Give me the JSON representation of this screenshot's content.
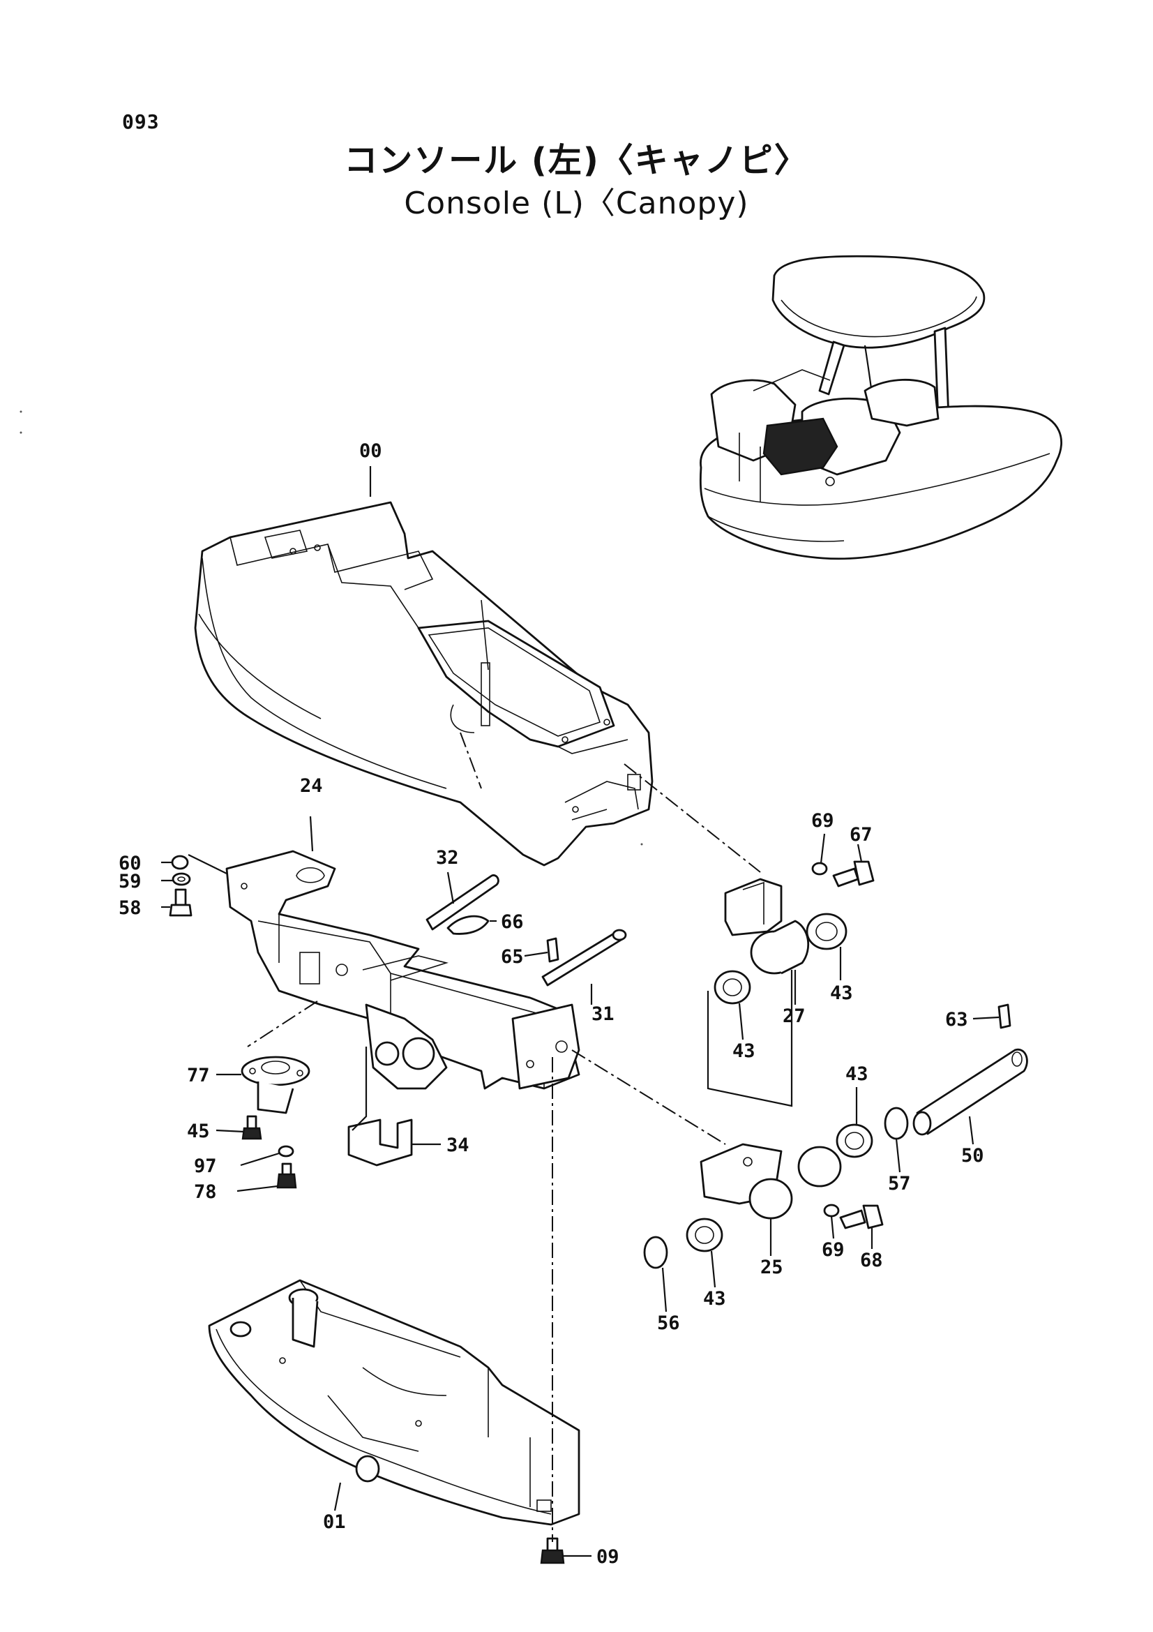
{
  "page": {
    "number": "093",
    "title_jp": "コンソール (左)〈キャノピ〉",
    "title_en": "Console (L)〈Canopy)"
  },
  "callouts": [
    {
      "id": "c00",
      "label": "00"
    },
    {
      "id": "c24",
      "label": "24"
    },
    {
      "id": "c60",
      "label": "60"
    },
    {
      "id": "c59",
      "label": "59"
    },
    {
      "id": "c58",
      "label": "58"
    },
    {
      "id": "c32",
      "label": "32"
    },
    {
      "id": "c66",
      "label": "66"
    },
    {
      "id": "c65",
      "label": "65"
    },
    {
      "id": "c31",
      "label": "31"
    },
    {
      "id": "c69a",
      "label": "69"
    },
    {
      "id": "c67",
      "label": "67"
    },
    {
      "id": "c43a",
      "label": "43"
    },
    {
      "id": "c27",
      "label": "27"
    },
    {
      "id": "c43b",
      "label": "43"
    },
    {
      "id": "c63",
      "label": "63"
    },
    {
      "id": "c77",
      "label": "77"
    },
    {
      "id": "c45",
      "label": "45"
    },
    {
      "id": "c97",
      "label": "97"
    },
    {
      "id": "c78",
      "label": "78"
    },
    {
      "id": "c34",
      "label": "34"
    },
    {
      "id": "c43c",
      "label": "43"
    },
    {
      "id": "c50",
      "label": "50"
    },
    {
      "id": "c57",
      "label": "57"
    },
    {
      "id": "c69b",
      "label": "69"
    },
    {
      "id": "c68",
      "label": "68"
    },
    {
      "id": "c25",
      "label": "25"
    },
    {
      "id": "c43d",
      "label": "43"
    },
    {
      "id": "c56",
      "label": "56"
    },
    {
      "id": "c01",
      "label": "01"
    },
    {
      "id": "c09",
      "label": "09"
    }
  ]
}
